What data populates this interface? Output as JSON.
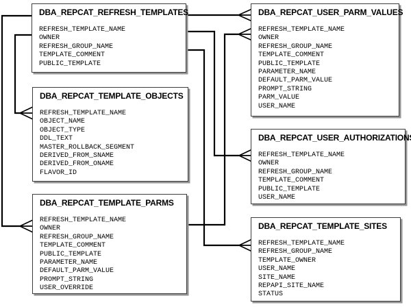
{
  "diagram": {
    "description": "Entity-relationship diagram of Oracle replication template data dictionary views",
    "colors": {
      "background": "#ffffff",
      "connector_line": "#000000",
      "box_border": "#3c3c3c",
      "box_shadow": "#949494",
      "text": "#000000"
    },
    "tables": [
      {
        "title": "DBA_REPCAT_REFRESH_TEMPLATES",
        "columns": [
          "REFRESH_TEMPLATE_NAME",
          "OWNER",
          "REFRESH_GROUP_NAME",
          "TEMPLATE_COMMENT",
          "PUBLIC_TEMPLATE"
        ]
      },
      {
        "title": "DBA_REPCAT_TEMPLATE_OBJECTS",
        "columns": [
          "REFRESH_TEMPLATE_NAME",
          "OBJECT_NAME",
          "OBJECT_TYPE",
          "DDL_TEXT",
          "MASTER_ROLLBACK_SEGMENT",
          "DERIVED_FROM_SNAME",
          "DERIVED_FROM_ONAME",
          "FLAVOR_ID"
        ]
      },
      {
        "title": "DBA_REPCAT_TEMPLATE_PARMS",
        "columns": [
          "REFRESH_TEMPLATE_NAME",
          "OWNER",
          "REFRESH_GROUP_NAME",
          "TEMPLATE_COMMENT",
          "PUBLIC_TEMPLATE",
          "PARAMETER_NAME",
          "DEFAULT_PARM_VALUE",
          "PROMPT_STRING",
          "USER_OVERRIDE"
        ]
      },
      {
        "title": "DBA_REPCAT_USER_PARM_VALUES",
        "columns": [
          "REFRESH_TEMPLATE_NAME",
          "OWNER",
          "REFRESH_GROUP_NAME",
          "TEMPLATE_COMMENT",
          "PUBLIC_TEMPLATE",
          "PARAMETER_NAME",
          "DEFAULT_PARM_VALUE",
          "PROMPT_STRING",
          "PARM_VALUE",
          "USER_NAME"
        ]
      },
      {
        "title": "DBA_REPCAT_USER_AUTHORIZATIONS",
        "columns": [
          "REFRESH_TEMPLATE_NAME",
          "OWNER",
          "REFRESH_GROUP_NAME",
          "TEMPLATE_COMMENT",
          "PUBLIC_TEMPLATE",
          "USER_NAME"
        ]
      },
      {
        "title": "DBA_REPCAT_TEMPLATE_SITES",
        "columns": [
          "REFRESH_TEMPLATE_NAME",
          "REFRESH_GROUP_NAME",
          "TEMPLATE_OWNER",
          "USER_NAME",
          "SITE_NAME",
          "REPAPI_SITE_NAME",
          "STATUS"
        ]
      }
    ],
    "relationships": [
      {
        "from": "DBA_REPCAT_REFRESH_TEMPLATES",
        "to": "DBA_REPCAT_TEMPLATE_OBJECTS",
        "type": "one-to-many",
        "notation": "crow-foot"
      },
      {
        "from": "DBA_REPCAT_REFRESH_TEMPLATES",
        "to": "DBA_REPCAT_TEMPLATE_PARMS",
        "type": "one-to-many",
        "notation": "crow-foot"
      },
      {
        "from": "DBA_REPCAT_REFRESH_TEMPLATES",
        "to": "DBA_REPCAT_USER_PARM_VALUES",
        "type": "one-to-many",
        "notation": "crow-foot"
      },
      {
        "from": "DBA_REPCAT_REFRESH_TEMPLATES",
        "to": "DBA_REPCAT_USER_AUTHORIZATIONS",
        "type": "one-to-many",
        "notation": "crow-foot"
      },
      {
        "from": "DBA_REPCAT_REFRESH_TEMPLATES",
        "to": "DBA_REPCAT_TEMPLATE_SITES",
        "type": "one-to-many",
        "notation": "crow-foot"
      },
      {
        "from": "DBA_REPCAT_TEMPLATE_PARMS",
        "to": "DBA_REPCAT_USER_PARM_VALUES",
        "type": "one-to-many",
        "notation": "crow-foot"
      }
    ]
  }
}
